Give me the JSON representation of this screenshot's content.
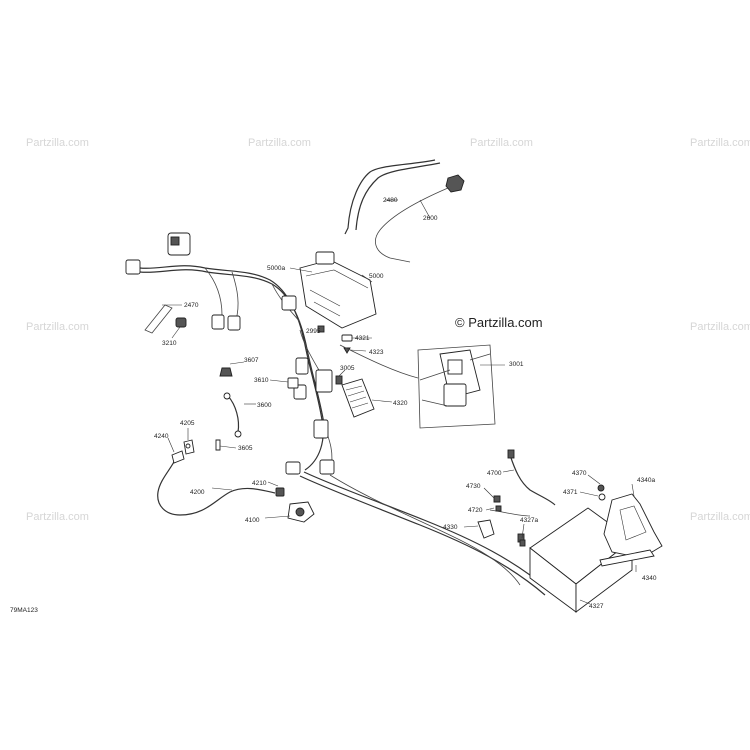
{
  "watermark": {
    "brand": "Partzilla.com",
    "main": "© Partzilla.com"
  },
  "diagram_code": "79MA123",
  "callouts": {
    "c2480": "2480",
    "c2600": "2600",
    "c5000a": "5000a",
    "c5000": "5000",
    "c2470": "2470",
    "c3210": "3210",
    "c2995": "2995",
    "c4321": "4321",
    "c4323": "4323",
    "c3001": "3001",
    "c3607": "3607",
    "c3610": "3610",
    "c3005": "3005",
    "c3600": "3600",
    "c4320": "4320",
    "c4205": "4205",
    "c4240": "4240",
    "c3605": "3605",
    "c4210": "4210",
    "c4200": "4200",
    "c4100": "4100",
    "c4700": "4700",
    "c4370": "4370",
    "c4340a": "4340a",
    "c4730": "4730",
    "c4371": "4371",
    "c4720": "4720",
    "c4327a": "4327a",
    "c4330": "4330",
    "c4340": "4340",
    "c4327": "4327"
  }
}
